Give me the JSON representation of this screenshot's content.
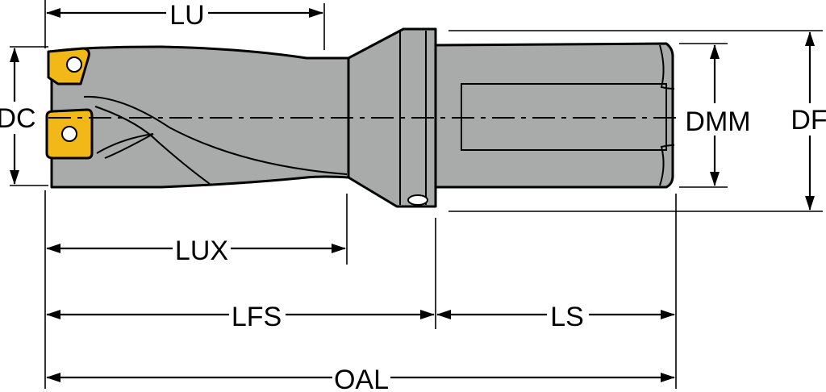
{
  "diagram": {
    "labels": {
      "lu": "LU",
      "dc": "DC",
      "dmm": "DMM",
      "df": "DF",
      "lux": "LUX",
      "lfs": "LFS",
      "ls": "LS",
      "oal": "OAL"
    },
    "colors": {
      "body": "#a9abab",
      "shank": "#a9abab",
      "insert": "#f2b818",
      "outline": "#000000",
      "background": "#ffffff"
    }
  }
}
